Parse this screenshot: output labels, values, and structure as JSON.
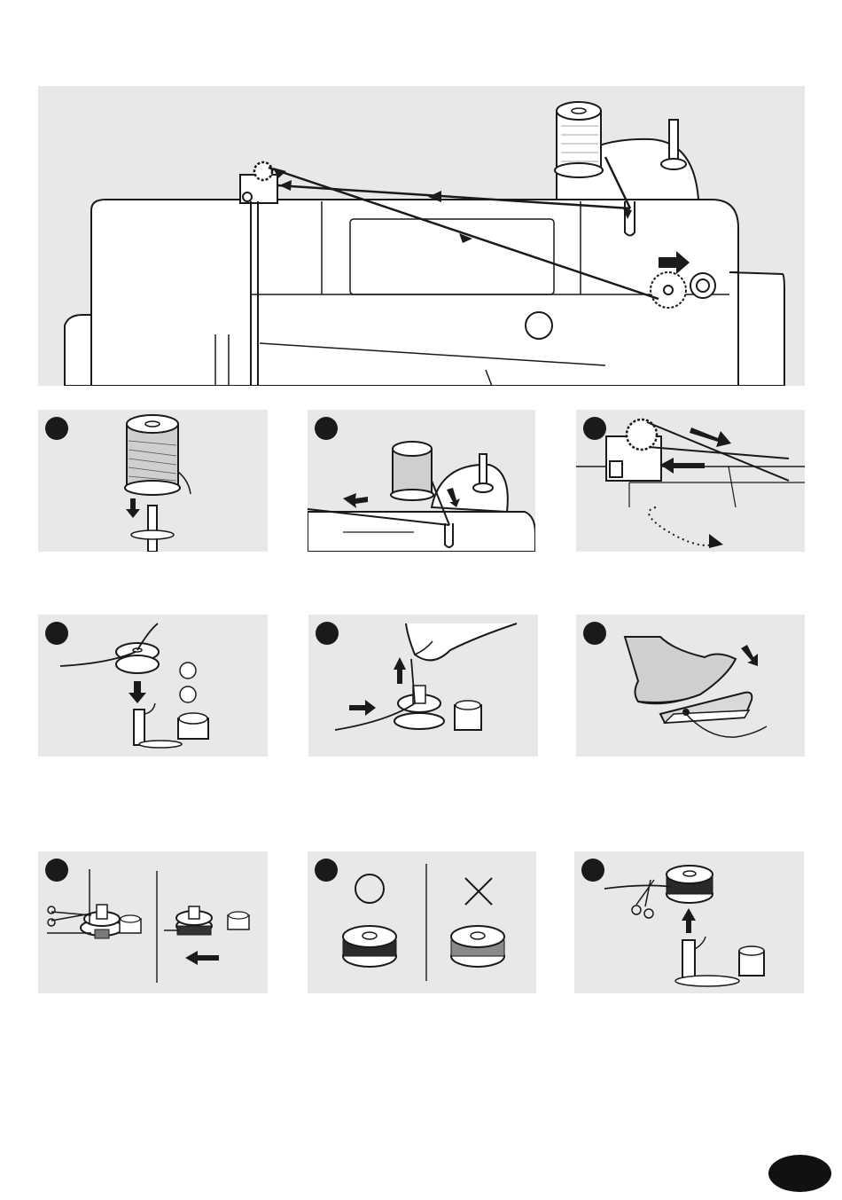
{
  "colors": {
    "panel_background": "#e8e8e8",
    "line": "#1a1a1a",
    "badge": "#1a1a1a",
    "white": "#ffffff"
  },
  "figures": [
    {
      "id": "threading-overview",
      "description_icon": "sewing-machine-top-icon"
    },
    {
      "id": "step-1",
      "description_icon": "spool-on-pin-icon"
    },
    {
      "id": "step-2",
      "description_icon": "thread-guide-icon"
    },
    {
      "id": "step-3",
      "description_icon": "tension-disc-icon"
    },
    {
      "id": "step-4",
      "description_icon": "bobbin-on-winder-icon"
    },
    {
      "id": "step-5",
      "description_icon": "thread-through-bobbin-hole-icon"
    },
    {
      "id": "step-6",
      "description_icon": "foot-pedal-icon"
    },
    {
      "id": "step-7",
      "description_icon": "cut-thread-and-push-icon"
    },
    {
      "id": "step-8",
      "description_icon": "correct-vs-incorrect-bobbin-icon"
    },
    {
      "id": "step-9",
      "description_icon": "remove-bobbin-icon"
    }
  ]
}
